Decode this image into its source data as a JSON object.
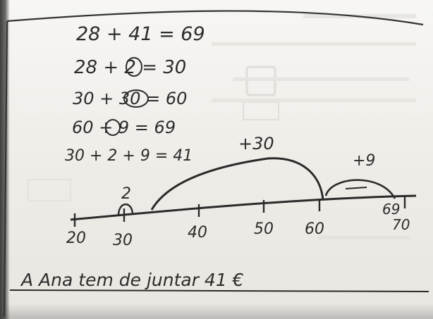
{
  "work": {
    "line1": "28 + 41 = 69",
    "line2": "28 + 2 = 30",
    "line3": "30 + 30 = 60",
    "line4": "60 + 9 = 69",
    "line5": "30 + 2 + 9 = 41"
  },
  "number_line": {
    "jump_small": "2",
    "jump_big": "+30",
    "jump_last": "+9",
    "ticks": [
      "20",
      "30",
      "40",
      "50",
      "60",
      "69",
      "70"
    ]
  },
  "answer": "A Ana tem de juntar 41 €"
}
